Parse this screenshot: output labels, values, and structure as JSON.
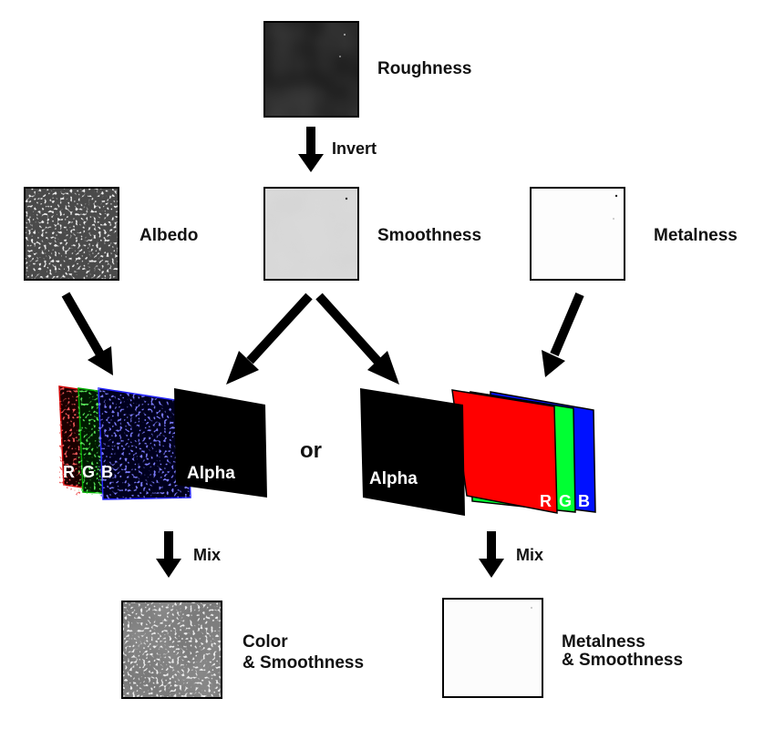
{
  "labels": {
    "roughness": "Roughness",
    "invert": "Invert",
    "albedo": "Albedo",
    "smoothness": "Smoothness",
    "metalness": "Metalness",
    "or": "or",
    "alpha_left": "Alpha",
    "alpha_right": "Alpha",
    "r_left": "R",
    "g_left": "G",
    "b_left": "B",
    "r_right": "R",
    "g_right": "G",
    "b_right": "B",
    "mix_left": "Mix",
    "mix_right": "Mix",
    "color_smoothness_line1": "Color",
    "color_smoothness_line2": "& Smoothness",
    "metalness_smoothness_line1": "Metalness",
    "metalness_smoothness_line2": "& Smoothness"
  },
  "colors": {
    "red_channel": "#ff0000",
    "green_channel": "#00ff33",
    "blue_channel": "#0011ff",
    "alpha_channel": "#000000",
    "arrow": "#000000"
  }
}
